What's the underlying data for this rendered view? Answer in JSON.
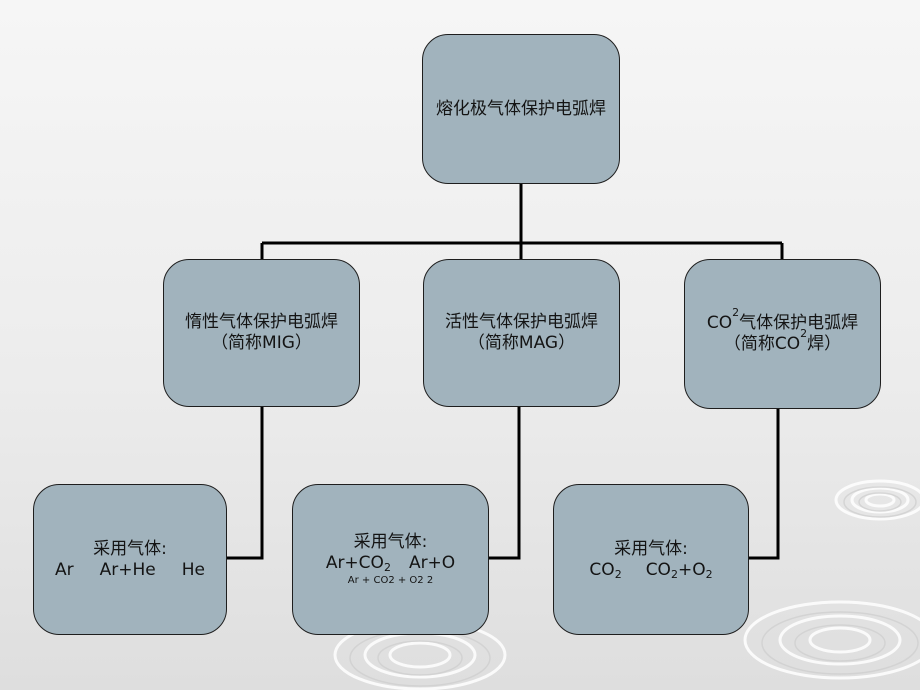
{
  "root": {
    "label": "熔化极气体保护电弧焊"
  },
  "branches": [
    {
      "name_line1": "惰性气体保护电弧焊",
      "name_line2": "（简称MIG）"
    },
    {
      "name_line1": "活性气体保护电弧焊",
      "name_line2": "（简称MAG）"
    },
    {
      "name_line1_pre": "CO",
      "name_line1_sub": "2",
      "name_line1_post": "气体保护电弧焊",
      "name_line2_pre": "（简称CO",
      "name_line2_sub": "2",
      "name_line2_post": "焊）"
    }
  ],
  "gas_boxes": [
    {
      "title": "采用气体:",
      "gases": [
        "Ar",
        "Ar+He",
        "He"
      ]
    },
    {
      "title": "采用气体:",
      "gas1_pre": "Ar+CO",
      "gas1_sub": "2",
      "gas2": "Ar+O",
      "note": "Ar + CO2 + O2 2"
    },
    {
      "title": "采用气体:",
      "gas1_pre": "CO",
      "gas1_sub": "2",
      "gas2_pre": "CO",
      "gas2_sub1": "2",
      "gas2_mid": "+O",
      "gas2_sub2": "2"
    }
  ],
  "colors": {
    "box_fill": "#a1b3bd",
    "line": "#000000",
    "background": "#efefef"
  }
}
